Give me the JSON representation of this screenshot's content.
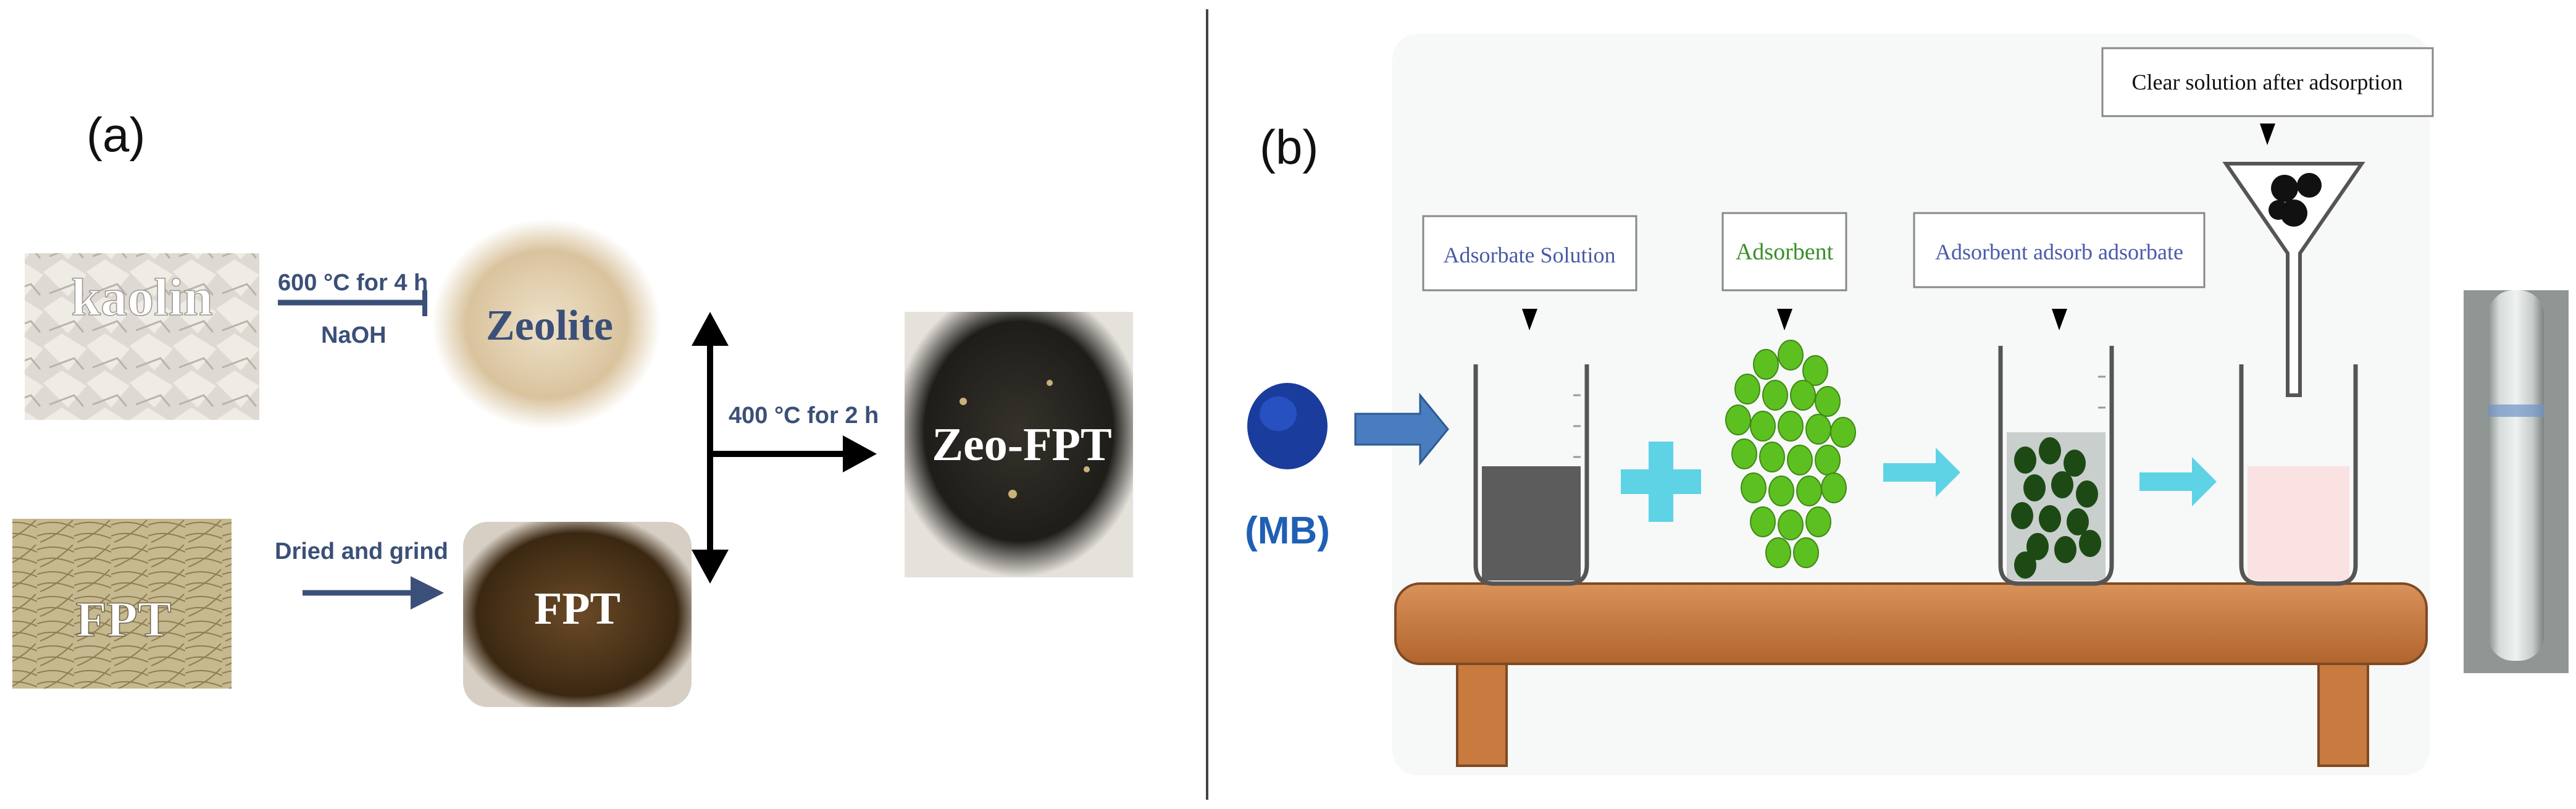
{
  "panel_a": {
    "label": "(a)",
    "kaolin_label": "kaolin",
    "fpt_raw_label": "FPT",
    "zeolite_label": "Zeolite",
    "fpt_dish_label": "FPT",
    "zeo_fpt_label": "Zeo-FPT",
    "step1_top": "600 °C for 4 h",
    "step1_bottom": "NaOH",
    "step2": "Dried and grind",
    "step3": "400 °C for 2 h"
  },
  "panel_b": {
    "label": "(b)",
    "dye_label": "(MB)",
    "callout_adsorbate": "Adsorbate Solution",
    "callout_adsorbent": "Adsorbent",
    "callout_adsorb": "Adsorbent adsorb adsorbate",
    "callout_clear": "Clear solution after adsorption"
  },
  "colors": {
    "arrow_blue": "#3b5078",
    "dye_blue": "#1f5fb4",
    "cyan_arrow": "#5fd3e6",
    "table_brown": "#c87a3f",
    "bead_green": "#5dc021",
    "dark_bead": "#1d4a14",
    "pink_solution": "#fbe2e2"
  }
}
